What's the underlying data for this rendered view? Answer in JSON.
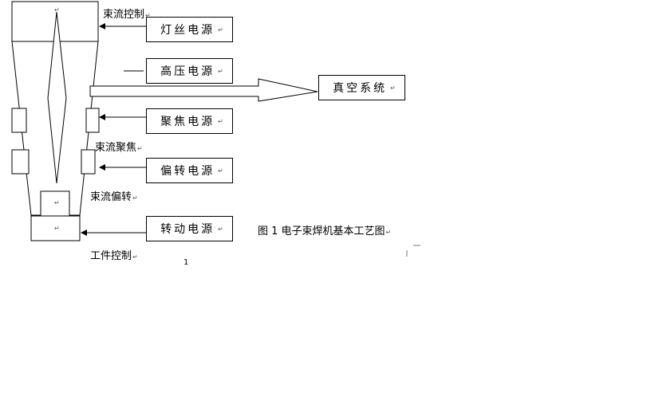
{
  "labels": {
    "beam_current_control": "束流控制",
    "beam_focusing": "束流聚焦",
    "beam_deflection": "束流偏转",
    "workpiece_control": "工件控制"
  },
  "boxes": {
    "filament_power": "灯丝电源",
    "high_voltage_power": "高压电源",
    "vacuum_system": "真空系统",
    "focusing_power": "聚焦电源",
    "deflection_power": "偏转电源",
    "rotation_power": "转动电源"
  },
  "caption": "图 1  电子束焊机基本工艺图",
  "page_number": "1",
  "paragraph_mark": "↵"
}
